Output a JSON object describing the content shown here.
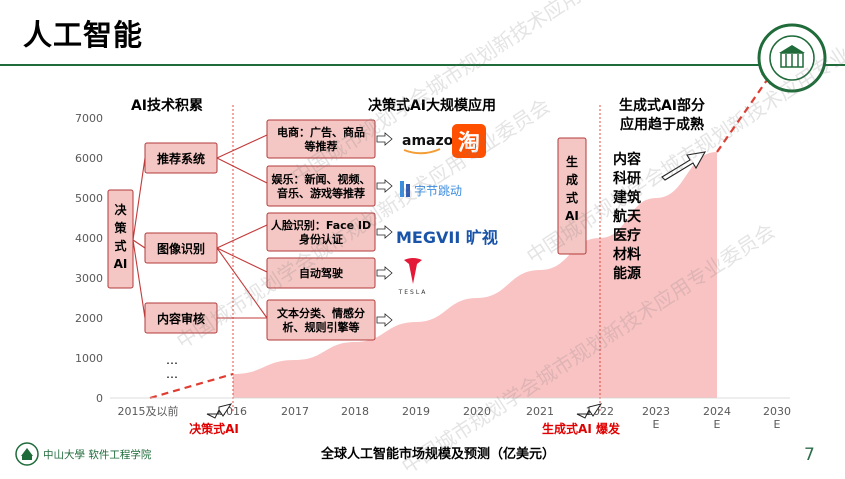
{
  "page": {
    "title": "人工智能",
    "page_number": "7",
    "footer_logo_text": "中山大學 软件工程学院",
    "watermark": "中国城市规划学会城市规划新技术应用专业委员会"
  },
  "colors": {
    "area_fill": "#f9c3c3",
    "dashed_red": "#e03c31",
    "box_fill": "#f4c7c4",
    "box_stroke": "#b33a3a",
    "connector": "#c33b3b",
    "brand_green": "#1f6b3a",
    "axis_text": "#595959",
    "highlight_text": "#e00000"
  },
  "chart_data": {
    "type": "area",
    "title": "全球人工智能市场规模及预测（亿美元）",
    "xlabel": "",
    "ylabel": "",
    "ylim": [
      0,
      7000
    ],
    "yticks": [
      0,
      1000,
      2000,
      3000,
      4000,
      5000,
      6000,
      7000
    ],
    "x_ticks": [
      "2015及以前",
      "2016",
      "2017",
      "2018",
      "2019",
      "2020",
      "2021",
      "2022",
      "2023 E",
      "2024 E",
      "2030 E"
    ],
    "series": [
      {
        "values": [
          {
            "x": "2015及以前",
            "y": 0
          },
          {
            "x": "2016",
            "y": 600
          },
          {
            "x": "2017",
            "y": 950
          },
          {
            "x": "2018",
            "y": 1400
          },
          {
            "x": "2019",
            "y": 1900
          },
          {
            "x": "2020",
            "y": 2500
          },
          {
            "x": "2021",
            "y": 3200
          },
          {
            "x": "2022",
            "y": 4000
          },
          {
            "x": "2023 E",
            "y": 5000
          },
          {
            "x": "2024 E",
            "y": 6150
          }
        ]
      }
    ],
    "dashed_trend": [
      {
        "x": "2015及以前",
        "y": 0
      },
      {
        "x": "2016",
        "y": 600
      },
      {
        "x": "2024 E",
        "y": 6150
      },
      {
        "x": "2030 E",
        "y": 8500
      }
    ],
    "phase_dividers": [
      "2016",
      "2022"
    ],
    "phase_markers": [
      {
        "at": "2016",
        "label": "决策式AI"
      },
      {
        "at": "2022",
        "label": "生成式AI 爆发"
      }
    ],
    "grid": false,
    "legend": "none"
  },
  "annotations": {
    "section_titles": [
      "AI技术积累",
      "决策式AI大规模应用",
      "生成式AI部分\n应用趋于成熟"
    ],
    "root_box": "决\n策\n式\nAI",
    "categories": [
      "推荐系统",
      "图像识别",
      "内容审核"
    ],
    "more": "…\n…",
    "applications": [
      "电商：广告、商品\n等推荐",
      "娱乐：新闻、视频、\n音乐、游戏等推荐",
      "人脸识别：Face ID\n身份认证",
      "自动驾驶",
      "文本分类、情感分\n析、规则引擎等"
    ],
    "brands": [
      "amazon",
      "淘",
      "字节跳动",
      "MEGVII 旷视",
      "TESLA"
    ],
    "genai_box": "生\n成\n式\nAI",
    "genai_fields": [
      "内容",
      "科研",
      "建筑",
      "航天",
      "医疗",
      "材料",
      "能源"
    ]
  }
}
